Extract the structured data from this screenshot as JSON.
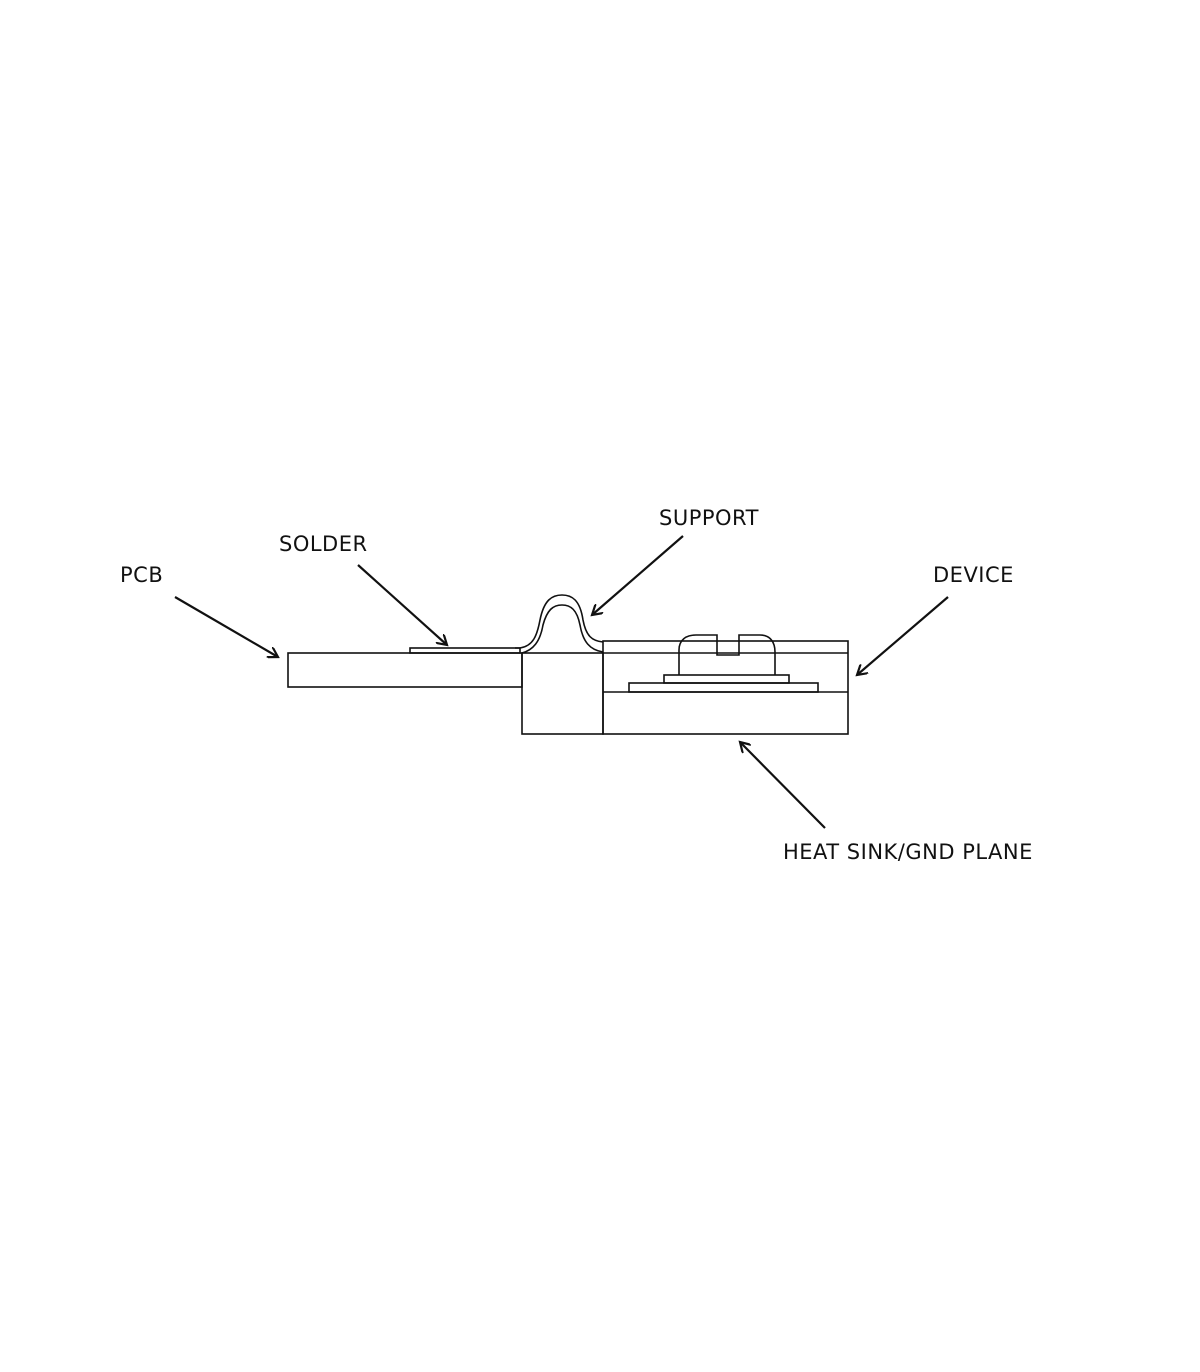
{
  "diagram": {
    "labels": {
      "pcb": "PCB",
      "solder": "SOLDER",
      "support": "SUPPORT",
      "device": "DEVICE",
      "heat_sink": "HEAT SINK/GND PLANE"
    }
  }
}
